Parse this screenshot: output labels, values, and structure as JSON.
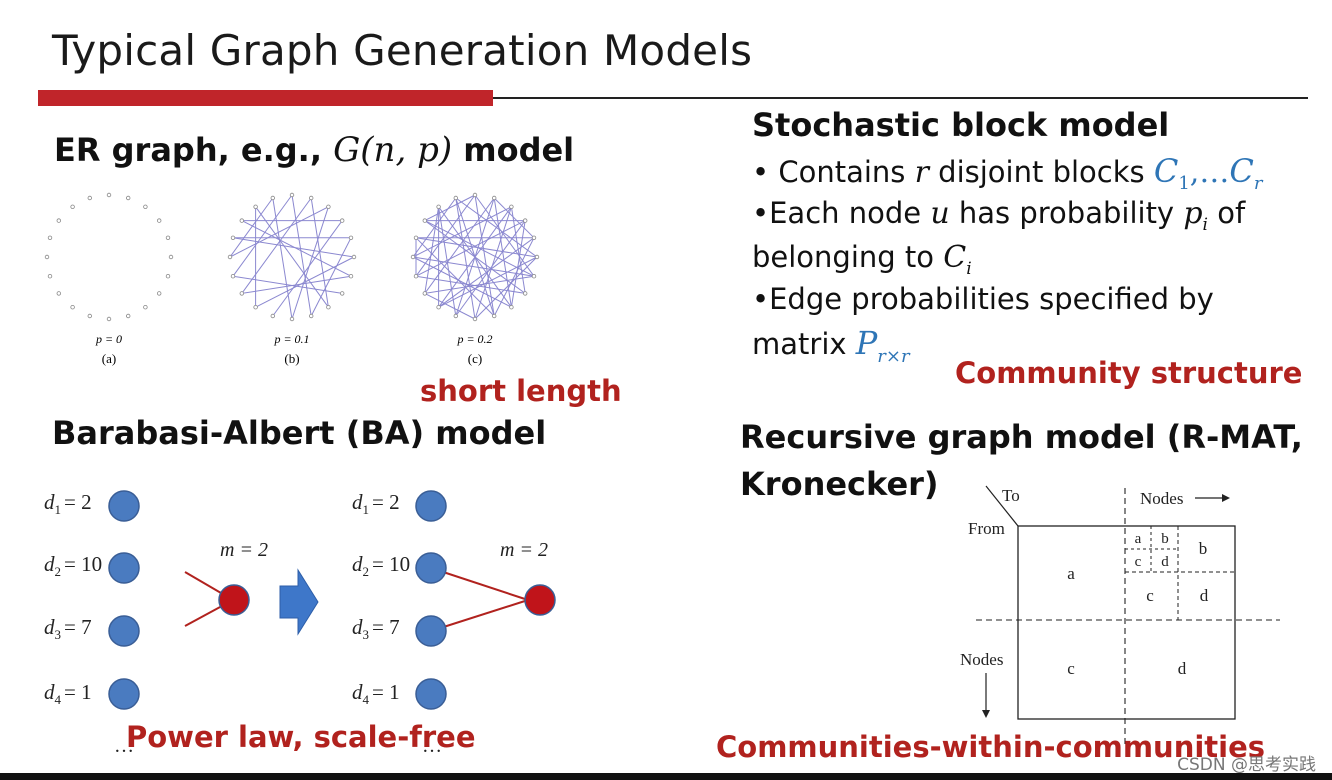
{
  "title": "Typical Graph Generation Models",
  "er": {
    "heading_prefix": "ER graph, e.g., ",
    "heading_math": "G(n, p)",
    "heading_suffix": " model",
    "panels": [
      {
        "p_label": "p = 0",
        "caption": "(a)"
      },
      {
        "p_label": "p = 0.1",
        "caption": "(b)"
      },
      {
        "p_label": "p = 0.2",
        "caption": "(c)"
      }
    ],
    "tag": "short length"
  },
  "ba": {
    "heading": "Barabasi-Albert (BA) model",
    "degrees": [
      {
        "sym": "d",
        "sub": "1",
        "val": "= 2"
      },
      {
        "sym": "d",
        "sub": "2",
        "val": "= 10"
      },
      {
        "sym": "d",
        "sub": "3",
        "val": "= 7"
      },
      {
        "sym": "d",
        "sub": "4",
        "val": "= 1"
      }
    ],
    "m_label": "m = 2",
    "ellipsis": "…",
    "tag": "Power law, scale-free"
  },
  "sbm": {
    "heading": "Stochastic block model",
    "b1_pre": "• Contains ",
    "b1_var": "r",
    "b1_mid": " disjoint blocks ",
    "b1_blocks": "C",
    "b1_sub1": "1",
    "b1_dots": ",…",
    "b1_blocks2": "C",
    "b1_subr": "r",
    "b2_pre": "•Each node ",
    "b2_var": "u",
    "b2_mid": " has probability ",
    "b2_p": "p",
    "b2_psub": "i",
    "b2_post": " of",
    "b3_pre": "belonging to ",
    "b3_c": "C",
    "b3_csub": "i",
    "b4": "•Edge probabilities specified by",
    "b5_pre": "matrix ",
    "b5_p": "P",
    "b5_sub": "r×r",
    "tag": "Community structure"
  },
  "rmat": {
    "heading_line1": "Recursive graph model (R-MAT,",
    "heading_line2": "Kronecker)",
    "to": "To",
    "from": "From",
    "nodes_top": "Nodes",
    "nodes_left": "Nodes",
    "big_a": "a",
    "big_b": "b",
    "big_c": "c",
    "big_d": "d",
    "mid_c": "c",
    "mid_d": "d",
    "small_a": "a",
    "small_b": "b",
    "small_c": "c",
    "small_d": "d",
    "tag": "Communities-within-communities"
  },
  "watermark": "CSDN @思考实践",
  "colors": {
    "accent_red": "#c0252a",
    "tag_red": "#b1221e",
    "math_blue": "#2e75b6",
    "node_blue": "#4a7bc0",
    "node_red": "#c0141a",
    "edge_purple": "#8b88d0"
  }
}
